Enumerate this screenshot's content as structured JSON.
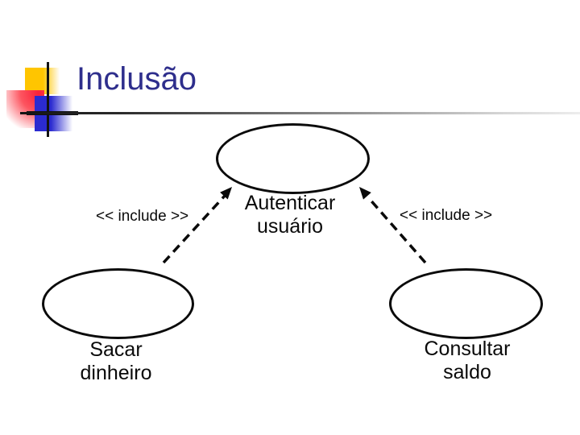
{
  "slide": {
    "title": "Inclusão"
  },
  "diagram": {
    "top_usecase": {
      "line1": "Autenticar",
      "line2": "usuário"
    },
    "left_usecase": {
      "line1": "Sacar",
      "line2": "dinheiro"
    },
    "right_usecase": {
      "line1": "Consultar",
      "line2": "saldo"
    },
    "left_include": {
      "label": "<< include >>"
    },
    "right_include": {
      "label": "<< include >>"
    }
  },
  "colors": {
    "background": "#ffffff",
    "title": "#2e2e8c",
    "accent_yellow": "#ffc500",
    "accent_red": "#fa2038",
    "accent_blue": "#2b2bd0",
    "line": "#0a0a0a"
  }
}
